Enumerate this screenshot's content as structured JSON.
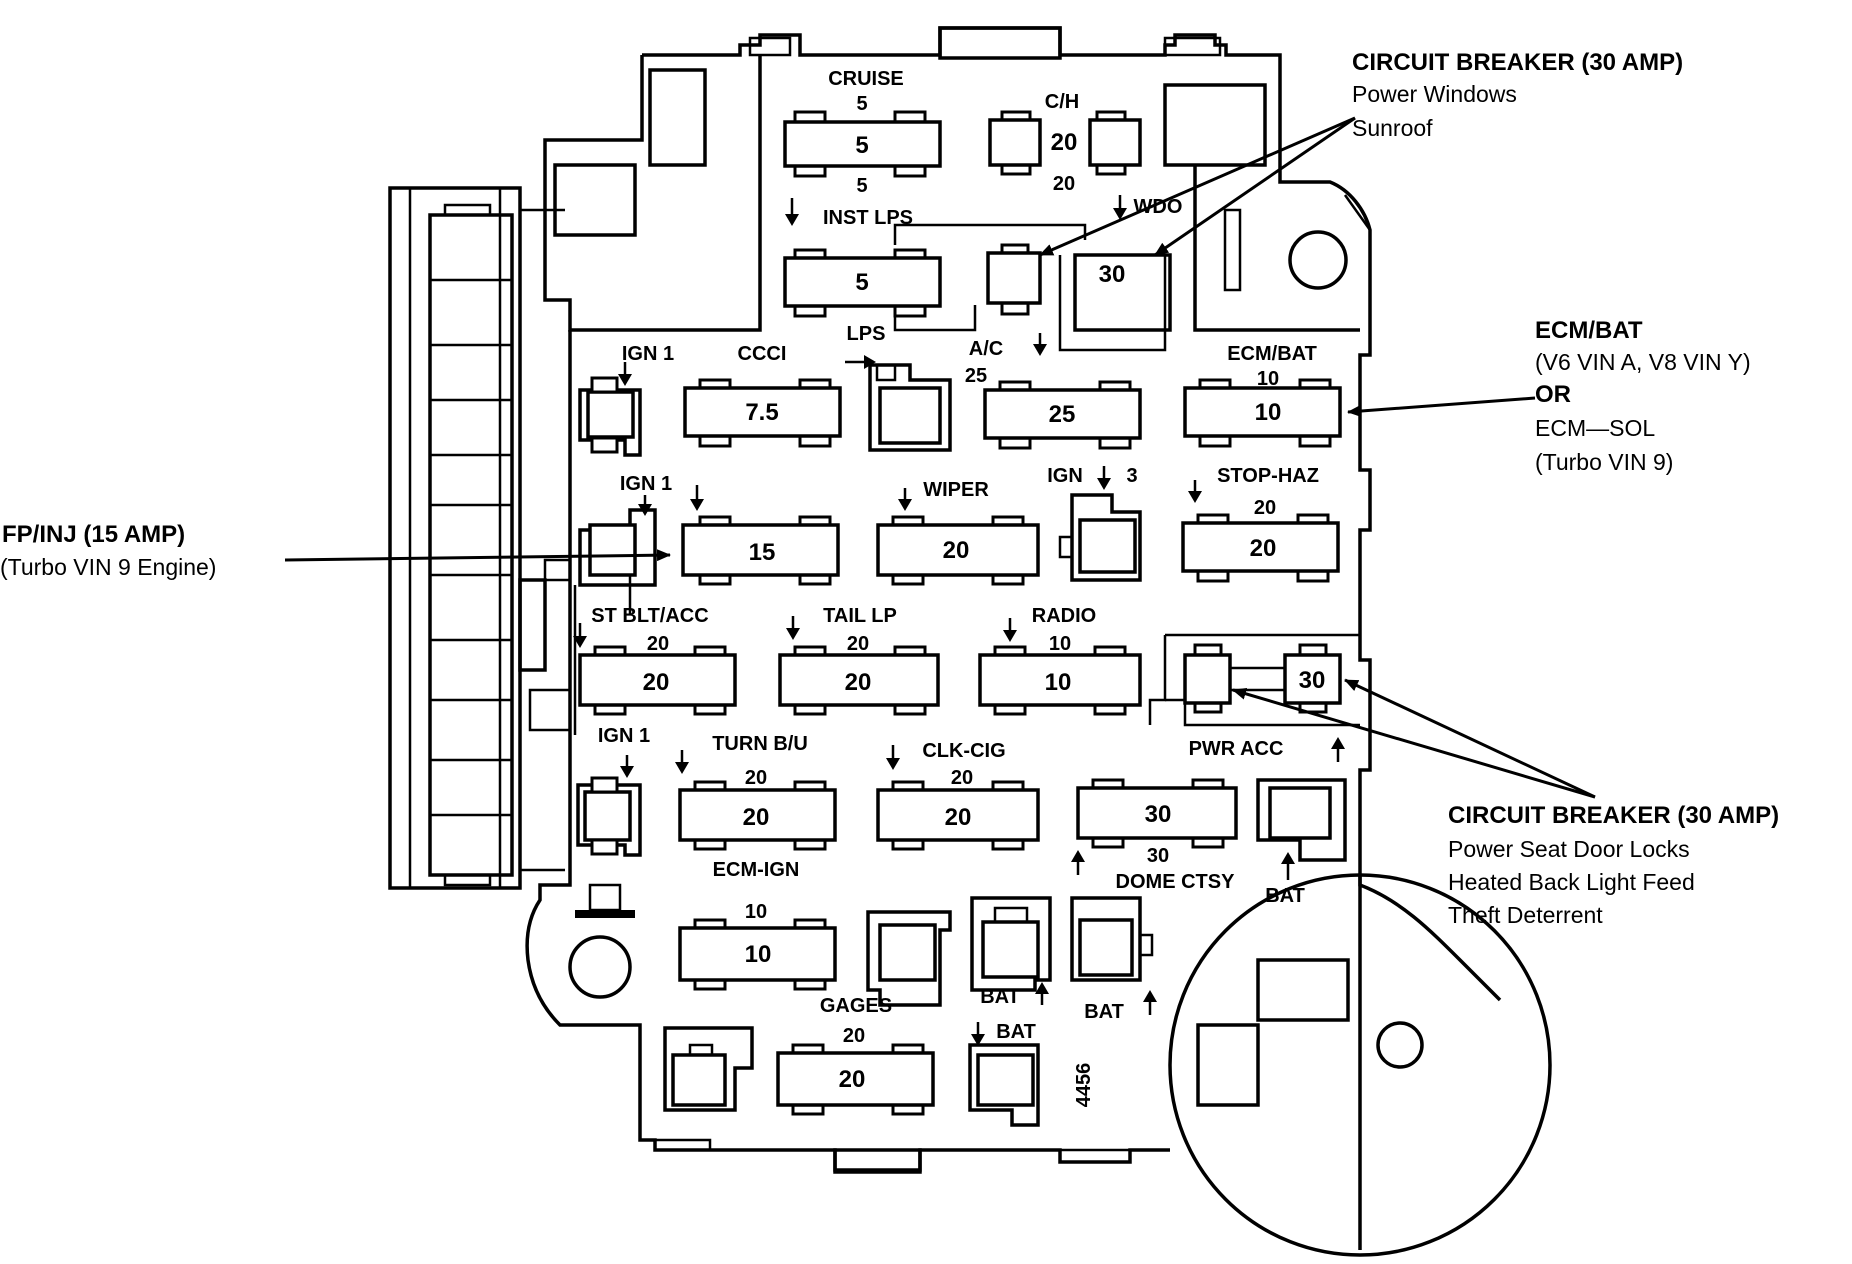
{
  "fuses": [
    {
      "id": "cruise",
      "label": "CRUISE",
      "rating_top": "5",
      "rating": "5"
    },
    {
      "id": "ch",
      "label": "C/H",
      "rating": "20",
      "rating_bottom": "20"
    },
    {
      "id": "inst-lps",
      "label": "INST LPS",
      "rating_top": "5",
      "rating": "5"
    },
    {
      "id": "wdo",
      "label": "WDO",
      "rating": "30"
    },
    {
      "id": "ign1-a",
      "label": "IGN 1"
    },
    {
      "id": "ccci",
      "label": "CCCI",
      "rating": "7.5"
    },
    {
      "id": "lps",
      "label": "LPS"
    },
    {
      "id": "ac",
      "label": "A/C",
      "rating_top": "25",
      "rating": "25"
    },
    {
      "id": "ecm-bat",
      "label": "ECM/BAT",
      "rating_top": "10",
      "rating": "10"
    },
    {
      "id": "ign1-b",
      "label": "IGN 1"
    },
    {
      "id": "fp-inj",
      "rating": "15"
    },
    {
      "id": "wiper",
      "label": "WIPER",
      "rating": "20"
    },
    {
      "id": "ign3",
      "label": "IGN",
      "label_suffix": "3"
    },
    {
      "id": "stop-haz",
      "label": "STOP-HAZ",
      "rating_top": "20",
      "rating": "20"
    },
    {
      "id": "st-blt-acc",
      "label": "ST BLT/ACC",
      "rating_top": "20",
      "rating": "20"
    },
    {
      "id": "tail-lp",
      "label": "TAIL LP",
      "rating_top": "20",
      "rating": "20"
    },
    {
      "id": "radio",
      "label": "RADIO",
      "rating_top": "10",
      "rating": "10"
    },
    {
      "id": "pwr-acc-cb",
      "rating": "30"
    },
    {
      "id": "pwr-acc",
      "label": "PWR ACC"
    },
    {
      "id": "ign1-c",
      "label": "IGN 1"
    },
    {
      "id": "turn-bu",
      "label": "TURN B/U",
      "rating_top": "20",
      "rating": "20"
    },
    {
      "id": "clk-cig",
      "label": "CLK-CIG",
      "rating_top": "20",
      "rating": "20"
    },
    {
      "id": "dome-ctsy",
      "label": "DOME CTSY",
      "rating": "30",
      "rating_bottom": "30"
    },
    {
      "id": "bat-a",
      "label": "BAT"
    },
    {
      "id": "ecm-ign",
      "label": "ECM-IGN",
      "rating_top": "10",
      "rating": "10"
    },
    {
      "id": "gages",
      "label": "GAGES"
    },
    {
      "id": "bat-b",
      "label": "BAT"
    },
    {
      "id": "bat-c",
      "label": "BAT"
    },
    {
      "id": "bat-d",
      "label": "BAT"
    },
    {
      "id": "bottom-20",
      "rating_top": "20",
      "rating": "20"
    }
  ],
  "part_number": "4456",
  "callouts": {
    "cb_top": {
      "title": "CIRCUIT BREAKER (30 AMP)",
      "lines": [
        "Power Windows",
        "Sunroof"
      ]
    },
    "ecm_bat": {
      "title": "ECM/BAT",
      "lines": [
        "(V6 VIN A, V8 VIN Y)",
        "OR",
        "ECM—SOL",
        "(Turbo VIN 9)"
      ]
    },
    "fp_inj": {
      "title": "FP/INJ  (15 AMP)",
      "lines": [
        "(Turbo VIN 9 Engine)"
      ]
    },
    "cb_bottom": {
      "title": "CIRCUIT BREAKER (30 AMP)",
      "lines": [
        "Power Seat Door Locks",
        "Heated Back Light Feed",
        "Theft  Deterrent"
      ]
    }
  }
}
